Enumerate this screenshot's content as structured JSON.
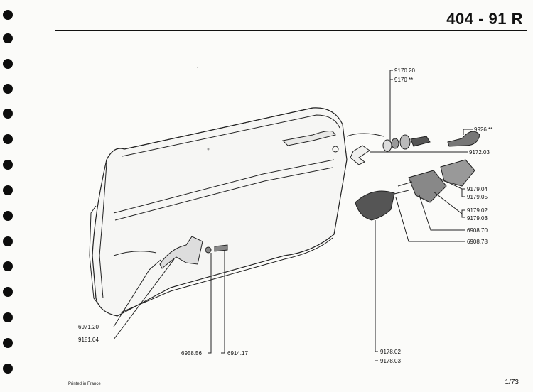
{
  "header": {
    "title": "404 - 91  R"
  },
  "parts": [
    {
      "label": "9170.20"
    },
    {
      "label": "9170 **"
    },
    {
      "label": "9926 **"
    },
    {
      "label": "9172.03"
    },
    {
      "label": "9179.04"
    },
    {
      "label": "9179.05"
    },
    {
      "label": "9179.02"
    },
    {
      "label": "9179.03"
    },
    {
      "label": "6908.70"
    },
    {
      "label": "6908.78"
    },
    {
      "label": "6971.20"
    },
    {
      "label": "9181.04"
    },
    {
      "label": "6958.56"
    },
    {
      "label": "6914.17"
    },
    {
      "label": "9178.02"
    },
    {
      "label": "9178.03"
    }
  ],
  "footer": {
    "printed": "Printed in France",
    "page": "1/73"
  }
}
